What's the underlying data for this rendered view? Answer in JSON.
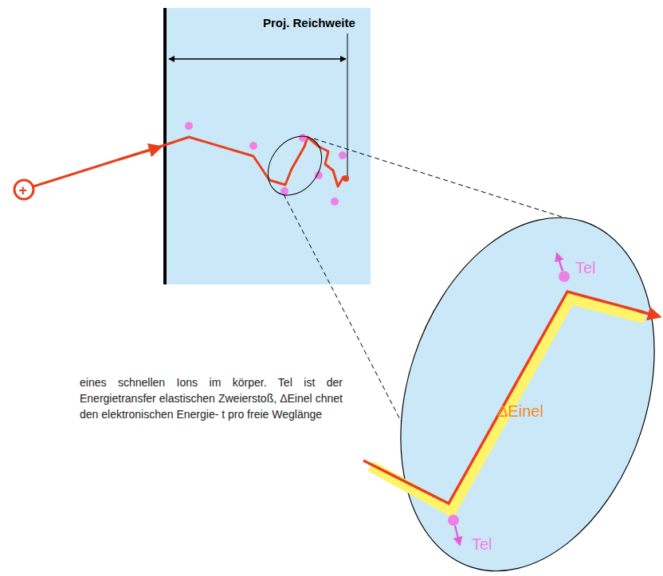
{
  "diagram": {
    "caption": "eines schnellen Ions im körper. Tel ist der Energietransfer elastischen Zweierstoß, ΔEinel chnet den elektronischen Energie- t pro freie Weglänge",
    "labels": [
      "Proj. Reichweite",
      "+",
      "Tel",
      "ΔEinel",
      "Tel"
    ]
  }
}
